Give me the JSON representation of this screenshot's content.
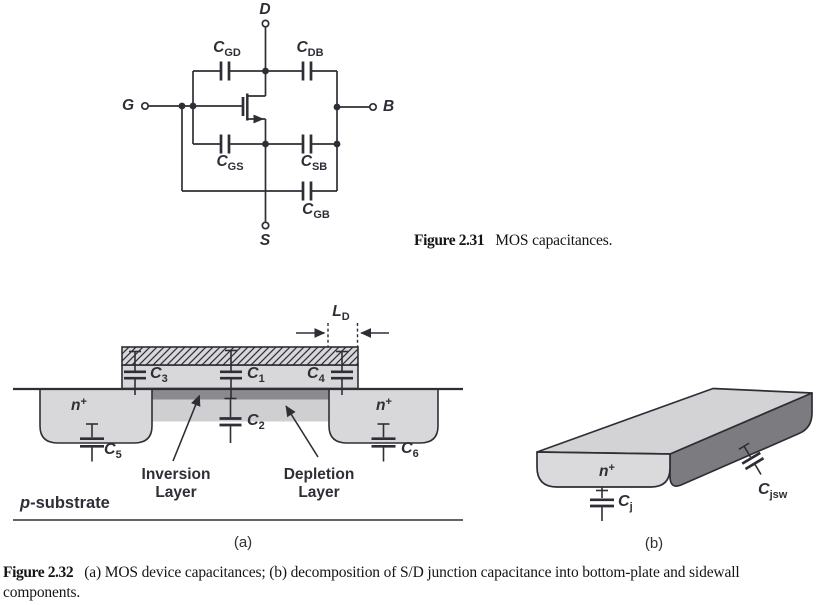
{
  "colors": {
    "ink": "#2e2e36",
    "fill_light": "#d8d8da",
    "fill_top_face": "#d3d3d5",
    "inversion_layer": "#8b8b8f",
    "depletion_layer": "#cfcfd1",
    "sidewall_dark": "#7c7c80",
    "background": "#ffffff"
  },
  "figure_2_31": {
    "caption_label": "Figure 2.31",
    "caption_text": "MOS capacitances.",
    "terminals": {
      "drain": "D",
      "gate": "G",
      "source": "S",
      "bulk": "B"
    },
    "capacitors": {
      "cgd": {
        "base": "C",
        "sub": "GD"
      },
      "cdb": {
        "base": "C",
        "sub": "DB"
      },
      "cgs": {
        "base": "C",
        "sub": "GS"
      },
      "csb": {
        "base": "C",
        "sub": "SB"
      },
      "cgb": {
        "base": "C",
        "sub": "GB"
      }
    }
  },
  "figure_2_32": {
    "caption_label": "Figure 2.32",
    "caption_text": "(a) MOS device capacitances; (b) decomposition of S/D junction capacitance into bottom-plate and sidewall components.",
    "panel_a": {
      "panel_label": "(a)",
      "ld": {
        "base": "L",
        "sub": "D"
      },
      "capacitors": {
        "c1": {
          "base": "C",
          "sub": "1"
        },
        "c2": {
          "base": "C",
          "sub": "2"
        },
        "c3": {
          "base": "C",
          "sub": "3"
        },
        "c4": {
          "base": "C",
          "sub": "4"
        },
        "c5": {
          "base": "C",
          "sub": "5"
        },
        "c6": {
          "base": "C",
          "sub": "6"
        }
      },
      "n_plus_left": {
        "base": "n",
        "sup": "+"
      },
      "n_plus_right": {
        "base": "n",
        "sup": "+"
      },
      "inversion_label": "Inversion Layer",
      "depletion_label": "Depletion Layer",
      "substrate_label": {
        "base": "p",
        "rest": "-substrate"
      }
    },
    "panel_b": {
      "panel_label": "(b)",
      "n_plus": {
        "base": "n",
        "sup": "+"
      },
      "cj": {
        "base": "C",
        "sub": "j"
      },
      "cjsw": {
        "base": "C",
        "sub": "jsw"
      }
    }
  }
}
